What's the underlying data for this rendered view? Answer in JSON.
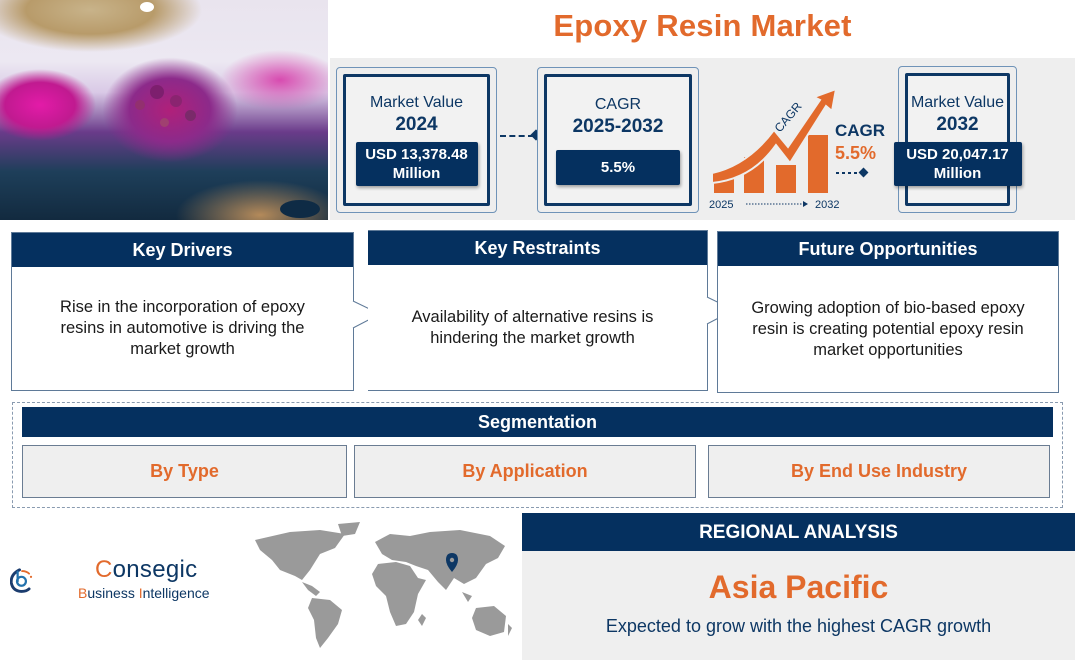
{
  "hero_image": {
    "description": "epoxy resin art close-up (magenta, white, gold, navy)"
  },
  "title": "Epoxy Resin Market",
  "stats": {
    "market_value_2024": {
      "label": "Market Value",
      "year": "2024",
      "value": "USD 13,378.48 Million"
    },
    "cagr": {
      "label": "CAGR",
      "period": "2025-2032",
      "value": "5.5%"
    },
    "graphic": {
      "arrow_label": "CAGR",
      "side_label": "CAGR",
      "side_value": "5.5%",
      "year_start": "2025",
      "year_end": "2032"
    },
    "market_value_2032": {
      "label": "Market Value",
      "year": "2032",
      "value": "USD 20,047.17 Million"
    }
  },
  "key_sections": [
    {
      "heading": "Key Drivers",
      "text": "Rise in the incorporation of epoxy resins in automotive is driving the market growth"
    },
    {
      "heading": "Key Restraints",
      "text": "Availability of alternative resins is hindering the market growth"
    },
    {
      "heading": "Future Opportunities",
      "text": "Growing adoption of bio-based epoxy resin is creating potential epoxy resin market opportunities"
    }
  ],
  "segmentation": {
    "heading": "Segmentation",
    "items": [
      "By Type",
      "By Application",
      "By End Use Industry"
    ]
  },
  "logo": {
    "name_first": "C",
    "name_rest": "onsegic",
    "sub_b": "B",
    "sub_usiness": "usiness ",
    "sub_i": "I",
    "sub_ntelligence": "ntelligence"
  },
  "regional": {
    "heading": "REGIONAL ANALYSIS",
    "region": "Asia Pacific",
    "description": "Expected to grow with the highest CAGR growth"
  },
  "colors": {
    "navy": "#05305f",
    "orange": "#e26a2c",
    "panel_gray": "#eeeeee"
  }
}
